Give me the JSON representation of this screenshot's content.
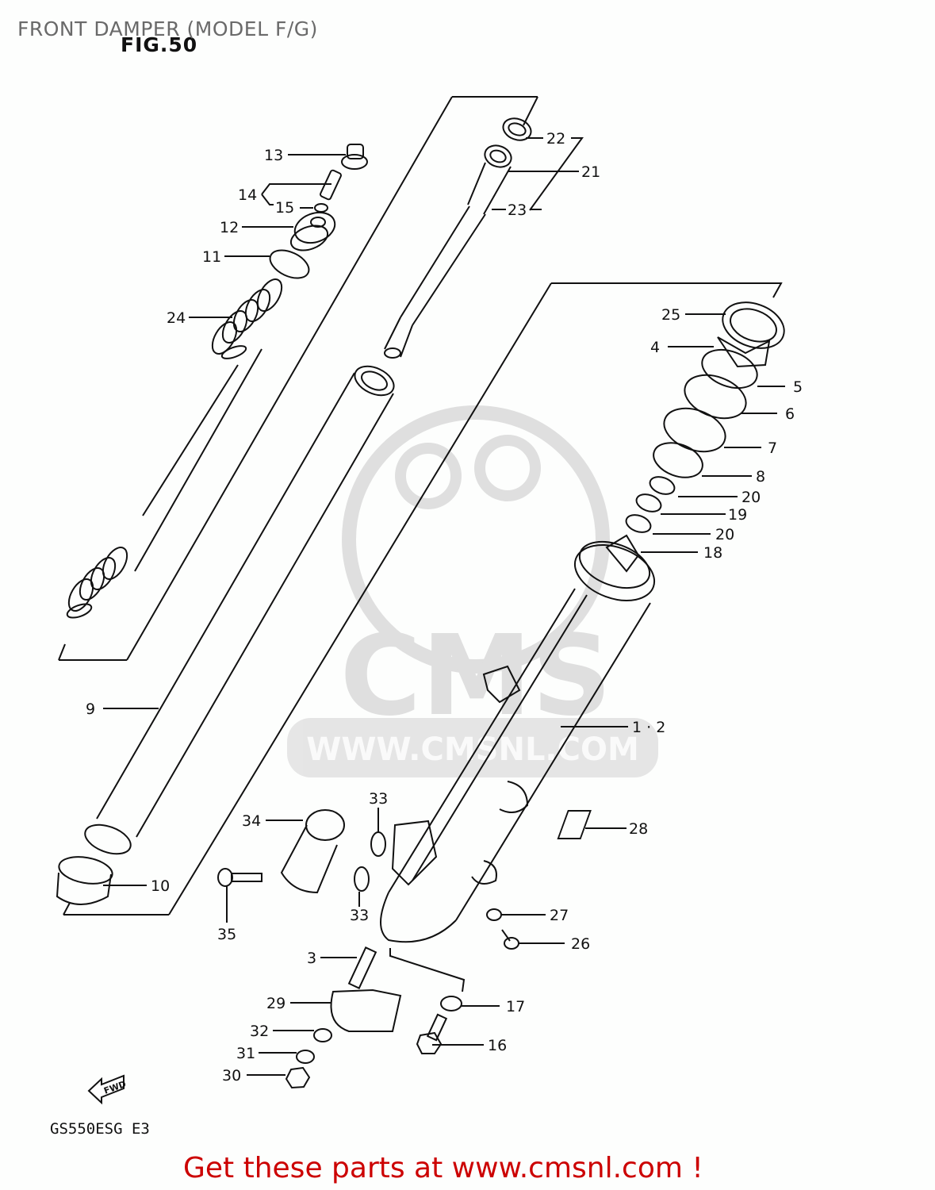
{
  "header": {
    "title": "FRONT DAMPER (MODEL F/G)",
    "figure": "FIG.50"
  },
  "watermark": {
    "logo_text": "CMS",
    "url_text": "WWW.CMSNL.COM",
    "color": "#d9d9d9"
  },
  "orientation": {
    "arrow_label": "FWD"
  },
  "model_code": "GS550ESG E3",
  "footer": {
    "promo_text": "Get these parts at www.cmsnl.com !",
    "promo_color": "#cc0000"
  },
  "callouts": [
    {
      "id": "13",
      "label": "13"
    },
    {
      "id": "14",
      "label": "14"
    },
    {
      "id": "15",
      "label": "15"
    },
    {
      "id": "12",
      "label": "12"
    },
    {
      "id": "11",
      "label": "11"
    },
    {
      "id": "24",
      "label": "24"
    },
    {
      "id": "22",
      "label": "22"
    },
    {
      "id": "21",
      "label": "21"
    },
    {
      "id": "23",
      "label": "23"
    },
    {
      "id": "25",
      "label": "25"
    },
    {
      "id": "4",
      "label": "4"
    },
    {
      "id": "5",
      "label": "5"
    },
    {
      "id": "6",
      "label": "6"
    },
    {
      "id": "7",
      "label": "7"
    },
    {
      "id": "8",
      "label": "8"
    },
    {
      "id": "20a",
      "label": "20"
    },
    {
      "id": "19",
      "label": "19"
    },
    {
      "id": "20b",
      "label": "20"
    },
    {
      "id": "18",
      "label": "18"
    },
    {
      "id": "9",
      "label": "9"
    },
    {
      "id": "1-2",
      "label": "1 · 2"
    },
    {
      "id": "10",
      "label": "10"
    },
    {
      "id": "34",
      "label": "34"
    },
    {
      "id": "33a",
      "label": "33"
    },
    {
      "id": "33b",
      "label": "33"
    },
    {
      "id": "35",
      "label": "35"
    },
    {
      "id": "28",
      "label": "28"
    },
    {
      "id": "27",
      "label": "27"
    },
    {
      "id": "26",
      "label": "26"
    },
    {
      "id": "3",
      "label": "3"
    },
    {
      "id": "29",
      "label": "29"
    },
    {
      "id": "17",
      "label": "17"
    },
    {
      "id": "32",
      "label": "32"
    },
    {
      "id": "16",
      "label": "16"
    },
    {
      "id": "31",
      "label": "31"
    },
    {
      "id": "30",
      "label": "30"
    }
  ]
}
